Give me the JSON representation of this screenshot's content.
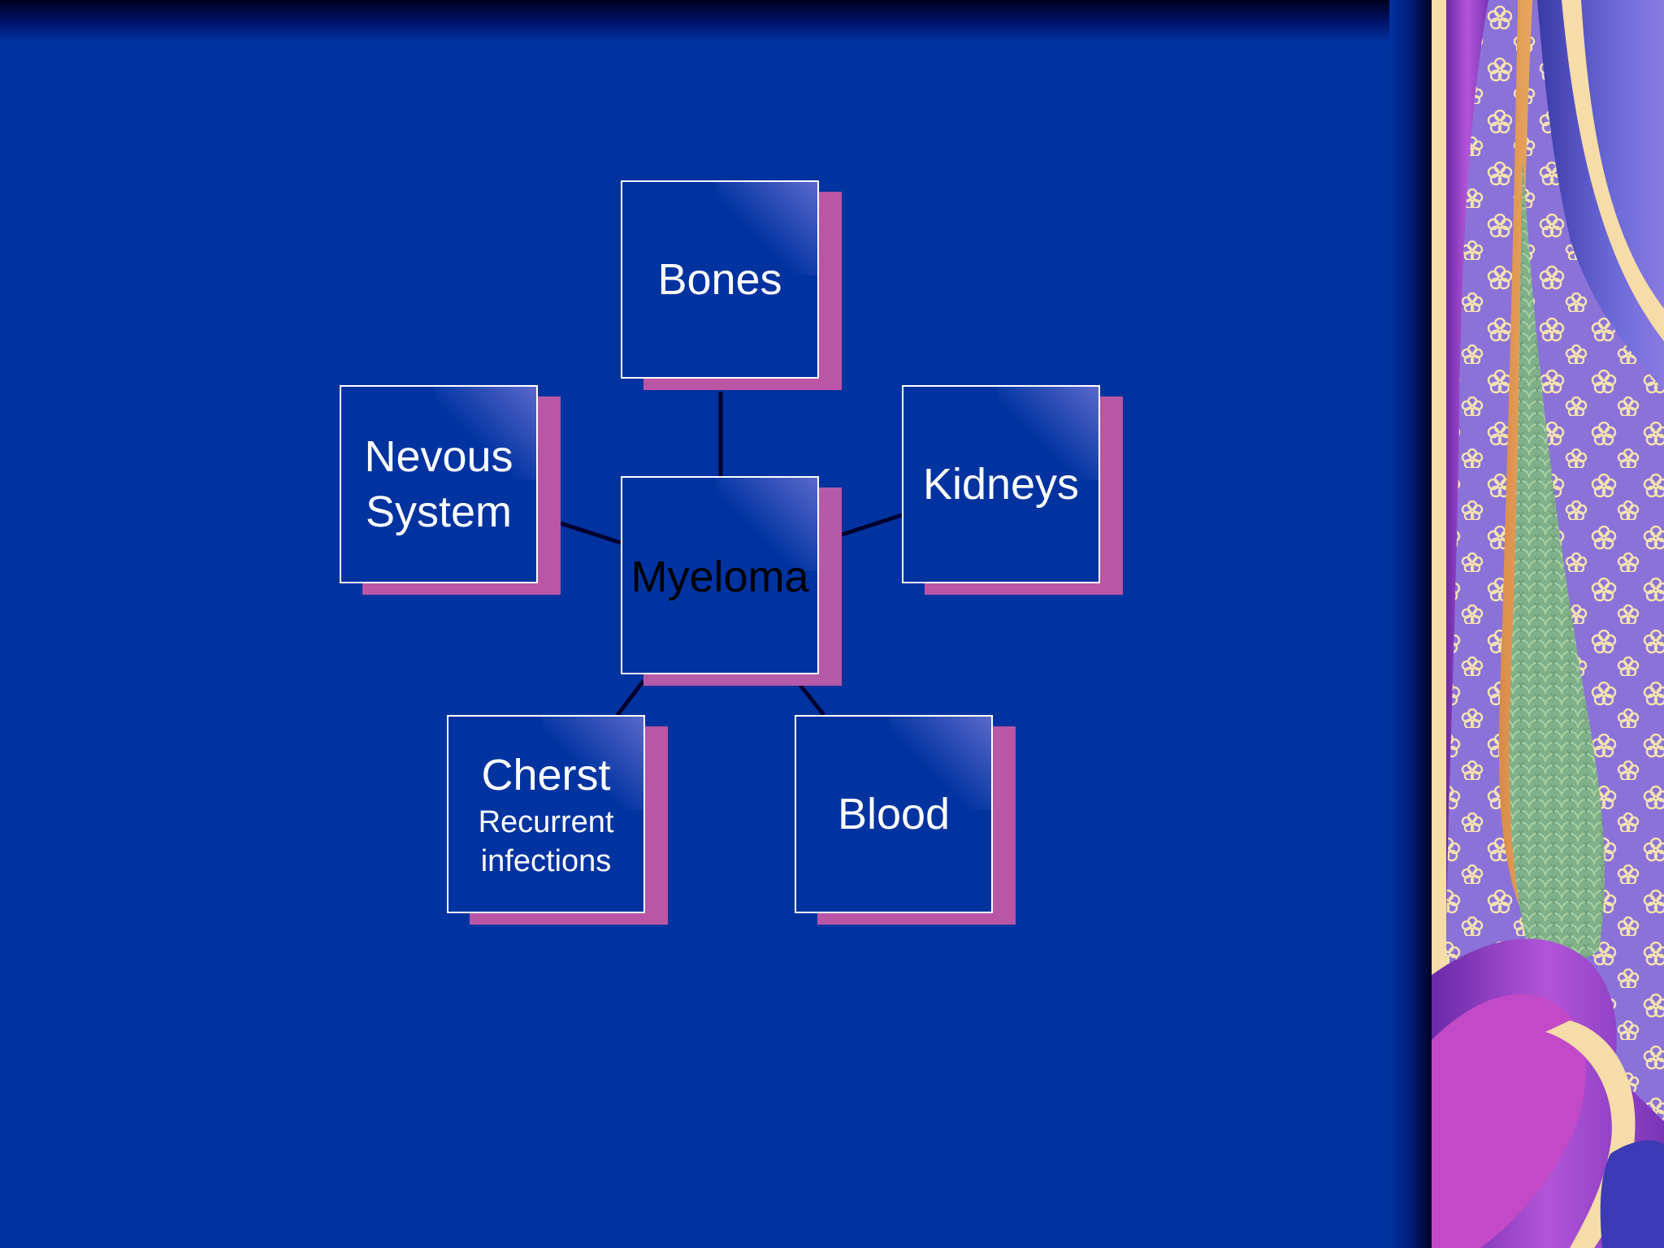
{
  "diagram": {
    "center": {
      "label": "Myeloma"
    },
    "nodes": {
      "bones": {
        "label": "Bones"
      },
      "nervous_system": {
        "lines": [
          "Nevous",
          "System"
        ]
      },
      "kidneys": {
        "label": "Kidneys"
      },
      "chest": {
        "title": "Cherst",
        "subtitle_lines": [
          "Recurrent",
          "infections"
        ]
      },
      "blood": {
        "label": "Blood"
      }
    }
  },
  "colors": {
    "background": "#0033a0",
    "node_shadow": "#bb55a5",
    "node_border": "#ffffff",
    "connector": "#000030"
  }
}
